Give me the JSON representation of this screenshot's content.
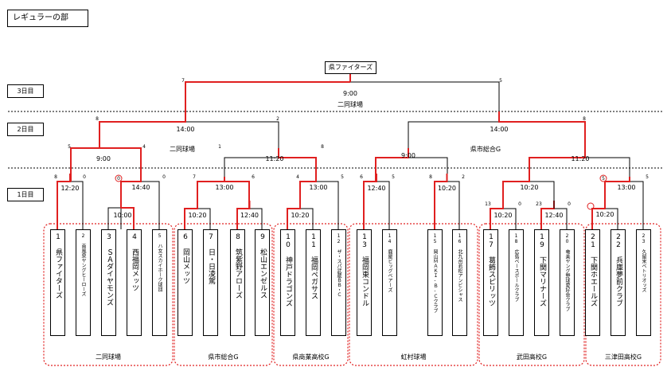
{
  "title": "レギュラーの部",
  "days": [
    "3日目",
    "2日目",
    "1日目"
  ],
  "champion": "県ファイターズ",
  "teams": [
    {
      "num": "1",
      "name": "県ファイターズ"
    },
    {
      "num": "2",
      "name": "南風泉ヤングヒーローズ"
    },
    {
      "num": "3",
      "name": "ＳＡダイヤモンズ"
    },
    {
      "num": "4",
      "name": "西福岡メッツ"
    },
    {
      "num": "5",
      "name": "ハ女スカイホーク球団"
    },
    {
      "num": "6",
      "name": "岡山メッツ"
    },
    {
      "num": "7",
      "name": "日・日凌駕"
    },
    {
      "num": "8",
      "name": "筑紫野アローズ"
    },
    {
      "num": "9",
      "name": "松山エンゼルス"
    },
    {
      "num": "10",
      "name": "神戸ドラゴンズ"
    },
    {
      "num": "11",
      "name": "福岡ペガサス"
    },
    {
      "num": "12",
      "name": "ザ・スパ武蔵ＢＢ・Ｃ"
    },
    {
      "num": "13",
      "name": "福岡東コンドル"
    },
    {
      "num": "14",
      "name": "鹿屋ビッグベアーズ"
    },
    {
      "num": "15",
      "name": "岡山ＭＡＫＩ‐Ｂ‐Ｃクラブ"
    },
    {
      "num": "16",
      "name": "北九州若松アンビシャス"
    },
    {
      "num": "17",
      "name": "葛飾スピリッツ"
    },
    {
      "num": "18",
      "name": "広島ベースボールクラブ"
    },
    {
      "num": "19",
      "name": "下関マリナーズ"
    },
    {
      "num": "20",
      "name": "奄美ヤング野球愛好会クラブ"
    },
    {
      "num": "21",
      "name": "下関ホエールズ"
    },
    {
      "num": "22",
      "name": "兵庫夢前クラブ"
    },
    {
      "num": "23",
      "name": "久留米ベトリオッズ"
    }
  ],
  "venues": [
    "二同球場",
    "県市総合G",
    "県商業高校G",
    "虹村球場",
    "武田高校G",
    "三津田高校G"
  ],
  "upper_venues": [
    "二同球場",
    "二同球場",
    "県市総合G"
  ],
  "times": [
    "9:00",
    "14:00",
    "14:00",
    "9:00",
    "11:20",
    "9:00",
    "11:20",
    "12:20",
    "14:40",
    "13:00",
    "13:00",
    "12:40",
    "10:20",
    "13:00",
    "13:00",
    "10:00",
    "10:20",
    "12:40",
    "10:20",
    "10:20",
    "12:40",
    "10:20"
  ],
  "scores": [
    "7",
    "5",
    "8",
    "2",
    "8",
    "5",
    "8",
    "4",
    "1",
    "8",
    "6",
    "8",
    "13",
    "8",
    "8",
    "0",
    "7",
    "6",
    "4",
    "5",
    "6",
    "5",
    "8",
    "2",
    "13",
    "5",
    "5",
    "5",
    "1",
    "5",
    "8",
    "0",
    "5",
    "2",
    "13",
    "0",
    "23",
    "0",
    "8"
  ],
  "accent_color": "#e02020"
}
